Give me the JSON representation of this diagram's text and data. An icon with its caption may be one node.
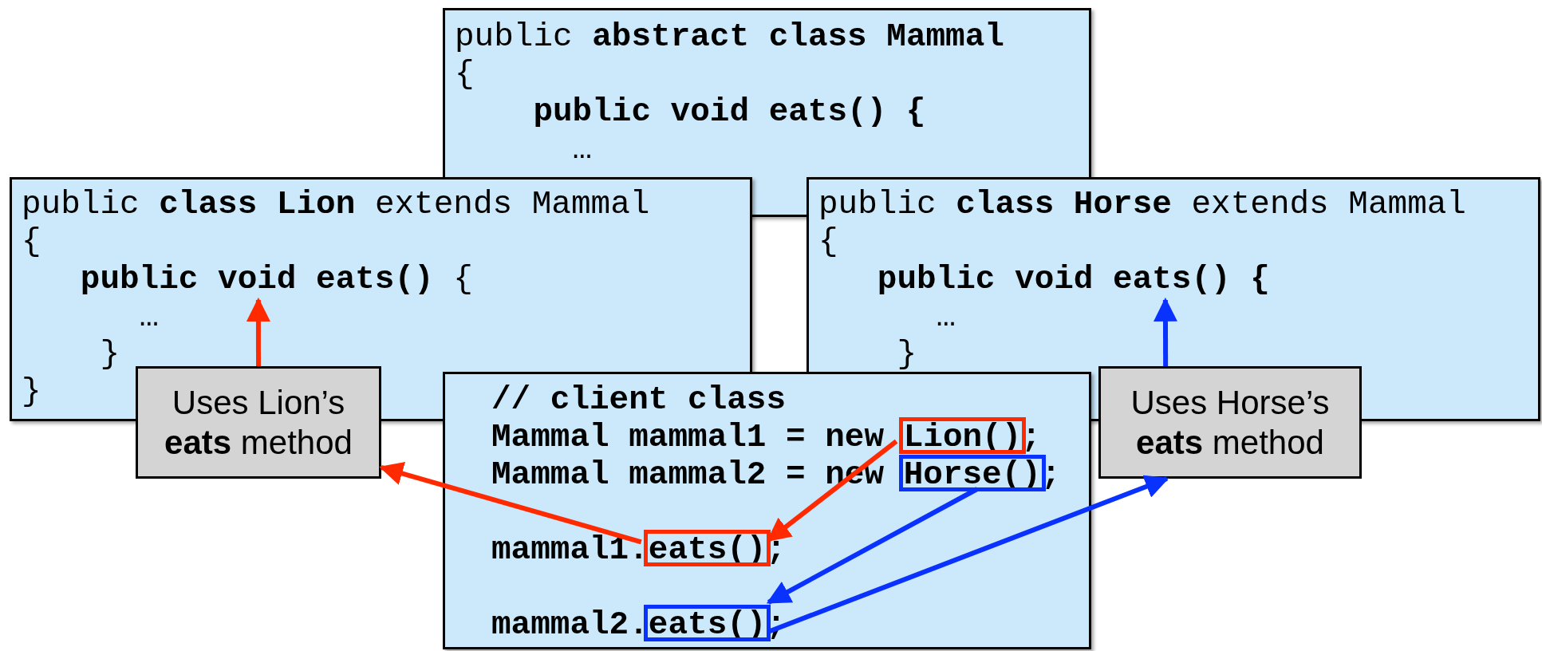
{
  "diagram": {
    "nodes": [
      {
        "text": [
          "public **abstract class Mammal**",
          "{",
          "public void eats() {",
          "…"
        ]
      },
      {
        "text": [
          "public **class Lion** extends Mammal",
          "{",
          "**public void eats()** {",
          "…",
          "}",
          "}"
        ]
      },
      {
        "text": [
          "public **class Horse** extends Mammal",
          "{",
          "public void eats() {",
          "…",
          "}"
        ]
      },
      {
        "text": [
          "// client class",
          "Mammal mammal1 = new Lion();",
          "Mammal mammal2 = new Horse();",
          "mammal1.eats();",
          "mammal2.eats();"
        ]
      },
      {
        "text": [
          "Uses Lion’s **eats** method"
        ]
      },
      {
        "text": [
          "Uses Horse’s **eats** method"
        ]
      },
      {
        "text": [],
        "shape": "box",
        "in": 3
      },
      {
        "text": [],
        "shape": "box",
        "in": 3
      },
      {
        "text": [],
        "shape": "box",
        "in": 3
      },
      {
        "text": [],
        "shape": "box",
        "in": 3
      }
    ],
    "edges": [
      {
        "from": 4,
        "to": 1,
        "arrow": "to",
        "color": "#ff2a00"
      },
      {
        "from": 5,
        "to": 2,
        "arrow": "to",
        "color": "#0a32ff"
      },
      {
        "from": 6,
        "to": 8,
        "arrow": "to",
        "color": "#ff2a00"
      },
      {
        "from": 8,
        "to": 4,
        "arrow": "to",
        "color": "#ff2a00"
      },
      {
        "from": 7,
        "to": 9,
        "arrow": "to",
        "color": "#0a32ff"
      },
      {
        "from": 9,
        "to": 5,
        "arrow": "to",
        "color": "#0a32ff"
      }
    ]
  }
}
